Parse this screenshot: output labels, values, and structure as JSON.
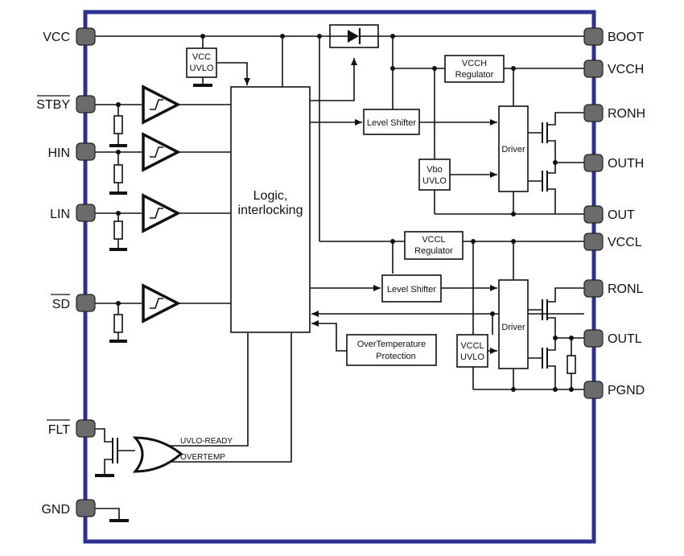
{
  "pins": {
    "vcc": "VCC",
    "stby": "STBY",
    "hin": "HIN",
    "lin": "LIN",
    "sd": "SD",
    "flt": "FLT",
    "gnd": "GND",
    "boot": "BOOT",
    "vcch": "VCCH",
    "ronh": "RONH",
    "outh": "OUTH",
    "out": "OUT",
    "vccl": "VCCL",
    "ronl": "RONL",
    "outl": "OUTL",
    "pgnd": "PGND"
  },
  "blocks": {
    "vcc_uvlo_1": "VCC",
    "vcc_uvlo_2": "UVLO",
    "logic_1": "Logic,",
    "logic_2": "interlocking",
    "vcch_reg_1": "VCCH",
    "vcch_reg_2": "Regulator",
    "level_shifter_h": "Level Shifter",
    "driver_h": "Driver",
    "vbo_uvlo_1": "Vbo",
    "vbo_uvlo_2": "UVLO",
    "vccl_reg_1": "VCCL",
    "vccl_reg_2": "Regulator",
    "level_shifter_l": "Level Shifter",
    "driver_l": "Driver",
    "vccl_uvlo_1": "VCCL",
    "vccl_uvlo_2": "UVLO",
    "otp_1": "OverTemperature",
    "otp_2": "Protection"
  },
  "signals": {
    "uvlo_ready": "UVLO-READY",
    "overtemp": "OVERTEMP"
  },
  "colors": {
    "border": "#2e3192",
    "pad": "#6b6b6b",
    "wire": "#111111"
  }
}
